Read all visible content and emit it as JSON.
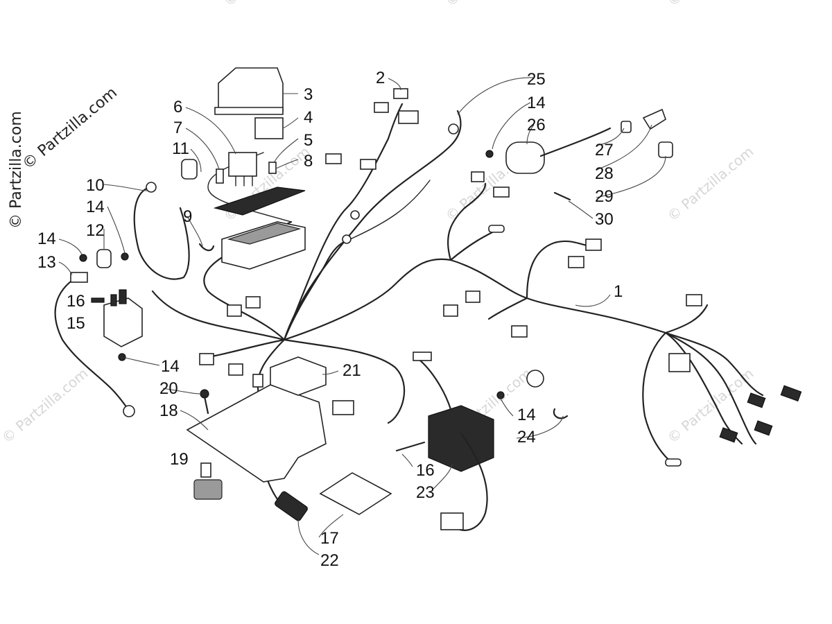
{
  "watermark": {
    "vertical": "© Partzilla.com",
    "diagonal": "© Partzilla.com"
  },
  "callouts": [
    "1",
    "2",
    "3",
    "4",
    "5",
    "6",
    "7",
    "8",
    "9",
    "10",
    "11",
    "12",
    "13",
    "14",
    "14",
    "14",
    "14",
    "14",
    "15",
    "16",
    "16",
    "17",
    "18",
    "19",
    "20",
    "21",
    "22",
    "23",
    "24",
    "25",
    "26",
    "27",
    "28",
    "29",
    "30"
  ]
}
